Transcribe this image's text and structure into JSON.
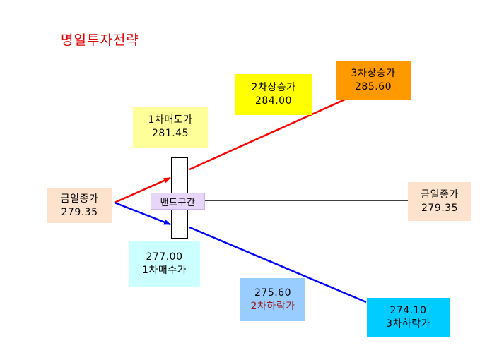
{
  "title": "명일투자전략",
  "band_label": "밴드구간",
  "colors": {
    "title": "#e00000",
    "up": "#ff0000",
    "down": "#0000ff",
    "center": "#000000",
    "dark_red_text": "#9b1a1a"
  },
  "boxes": {
    "today_close_left": {
      "label": "금일종가",
      "value": "279.35"
    },
    "today_close_right": {
      "label": "금일종가",
      "value": "279.35"
    },
    "sell1": {
      "label": "1차매도가",
      "value": "281.45"
    },
    "up2": {
      "label": "2차상승가",
      "value": "284.00"
    },
    "up3": {
      "label": "3차상승가",
      "value": "285.60"
    },
    "buy1": {
      "value": "277.00",
      "label": "1차매수가"
    },
    "down2": {
      "value": "275.60",
      "label": "2차하락가"
    },
    "down3": {
      "value": "274.10",
      "label": "3차하락가"
    }
  }
}
